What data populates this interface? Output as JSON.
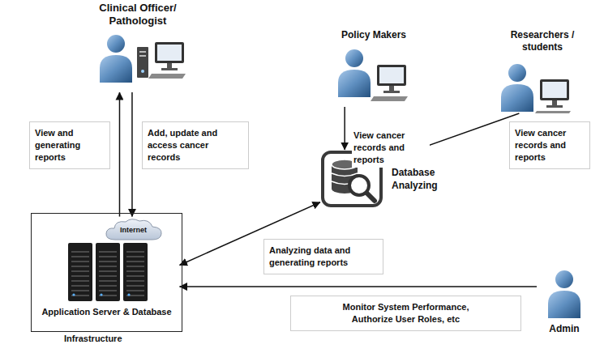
{
  "diagram": {
    "nodes": [
      {
        "text": [
          "Clinical Officer/ Pathologist"
        ]
      },
      {
        "text": [
          "Policy Makers"
        ]
      },
      {
        "text": [
          "Researchers / students"
        ]
      },
      {
        "text": [
          "Database Analyzing"
        ]
      },
      {
        "text": [
          "Infrastructure"
        ]
      },
      {
        "text": [
          "Internet"
        ],
        "in": 4
      },
      {
        "text": [
          "Application Server & Database"
        ],
        "in": 4
      },
      {
        "text": [
          "Admin"
        ]
      }
    ],
    "edges": [
      {
        "from": 5,
        "to": 0,
        "arrow": "to",
        "label": "View and generating reports"
      },
      {
        "from": 0,
        "to": 5,
        "arrow": "to",
        "label": "Add, update and access cancer records"
      },
      {
        "from": 1,
        "to": 3,
        "arrow": "to",
        "label": "View cancer records and reports"
      },
      {
        "from": 2,
        "to": 3,
        "arrow": "to",
        "label": "View cancer records and reports"
      },
      {
        "from": 6,
        "to": 3,
        "arrow": "both",
        "label": "Analyzing data and generating reports"
      },
      {
        "from": 7,
        "to": 6,
        "arrow": "to",
        "label": "Monitor System Performance, Authorize User Roles, etc"
      }
    ]
  }
}
